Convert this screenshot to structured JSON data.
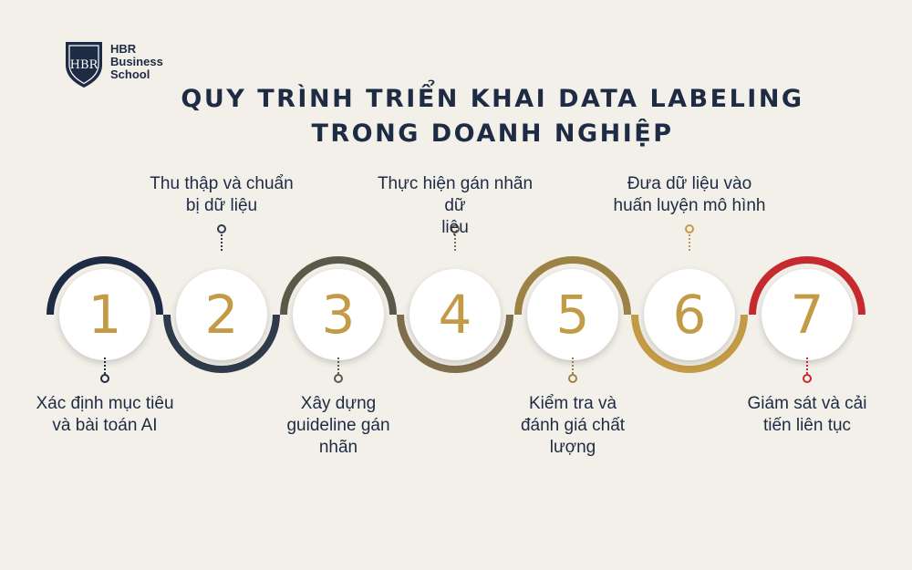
{
  "logo": {
    "monogram": "HBR",
    "line1": "HBR",
    "line2": "Business",
    "line3": "School"
  },
  "title": {
    "line1": "QUY TRÌNH TRIỂN KHAI DATA LABELING",
    "line2": "TRONG DOANH NGHIỆP"
  },
  "colors": {
    "background": "#f3f0ea",
    "navy": "#1e2b44",
    "gold": "#c39b46",
    "red": "#c62a2f"
  },
  "steps": [
    {
      "number": "1",
      "label_lines": [
        "Xác định mục tiêu",
        "và bài toán AI"
      ],
      "label_position": "below",
      "color": "#1e2b44"
    },
    {
      "number": "2",
      "label_lines": [
        "Thu thập và chuẩn",
        "bị dữ liệu"
      ],
      "label_position": "above",
      "color": "#2f3b4a"
    },
    {
      "number": "3",
      "label_lines": [
        "Xây dựng",
        "guideline gán",
        "nhãn"
      ],
      "label_position": "below",
      "color": "#5b5a48"
    },
    {
      "number": "4",
      "label_lines": [
        "Thực hiện gán nhãn dữ",
        "liệu"
      ],
      "label_position": "above",
      "color": "#7e6e4c"
    },
    {
      "number": "5",
      "label_lines": [
        "Kiểm tra và",
        "đánh giá chất",
        "lượng"
      ],
      "label_position": "below",
      "color": "#9d8245"
    },
    {
      "number": "6",
      "label_lines": [
        "Đưa dữ liệu vào",
        "huấn luyện mô hình"
      ],
      "label_position": "above",
      "color": "#c39b46"
    },
    {
      "number": "7",
      "label_lines": [
        "Giám sát và cải",
        "tiến liên tục"
      ],
      "label_position": "below",
      "color": "#c62a2f"
    }
  ]
}
